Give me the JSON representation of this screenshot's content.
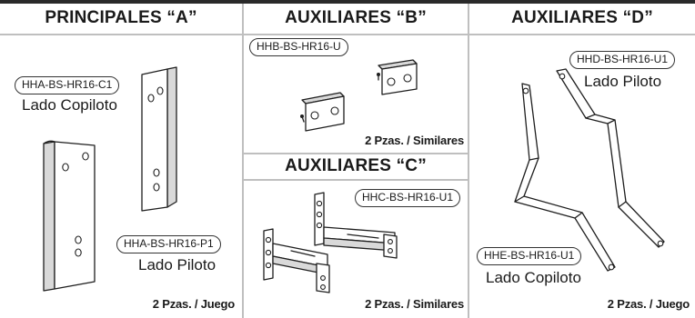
{
  "sections": {
    "a": {
      "title": "PRINCIPALES “A”",
      "part_copiloto": "HHA-BS-HR16-C1",
      "side_copiloto": "Lado Copiloto",
      "part_piloto": "HHA-BS-HR16-P1",
      "side_piloto": "Lado Piloto",
      "note": "2 Pzas. / Juego"
    },
    "b": {
      "title": "AUXILIARES “B”",
      "part": "HHB-BS-HR16-U",
      "note": "2 Pzas. / Similares"
    },
    "c": {
      "title": "AUXILIARES “C”",
      "part": "HHC-BS-HR16-U1",
      "note": "2 Pzas. / Similares"
    },
    "d": {
      "title": "AUXILIARES “D”",
      "part_piloto": "HHD-BS-HR16-U1",
      "side_piloto": "Lado Piloto",
      "part_copiloto": "HHE-BS-HR16-U1",
      "side_copiloto": "Lado Copiloto",
      "note": "2 Pzas. / Juego"
    }
  },
  "colors": {
    "frame": "#2a2a2a",
    "divider": "#bfbfbf",
    "ink": "#1a1a1a"
  }
}
